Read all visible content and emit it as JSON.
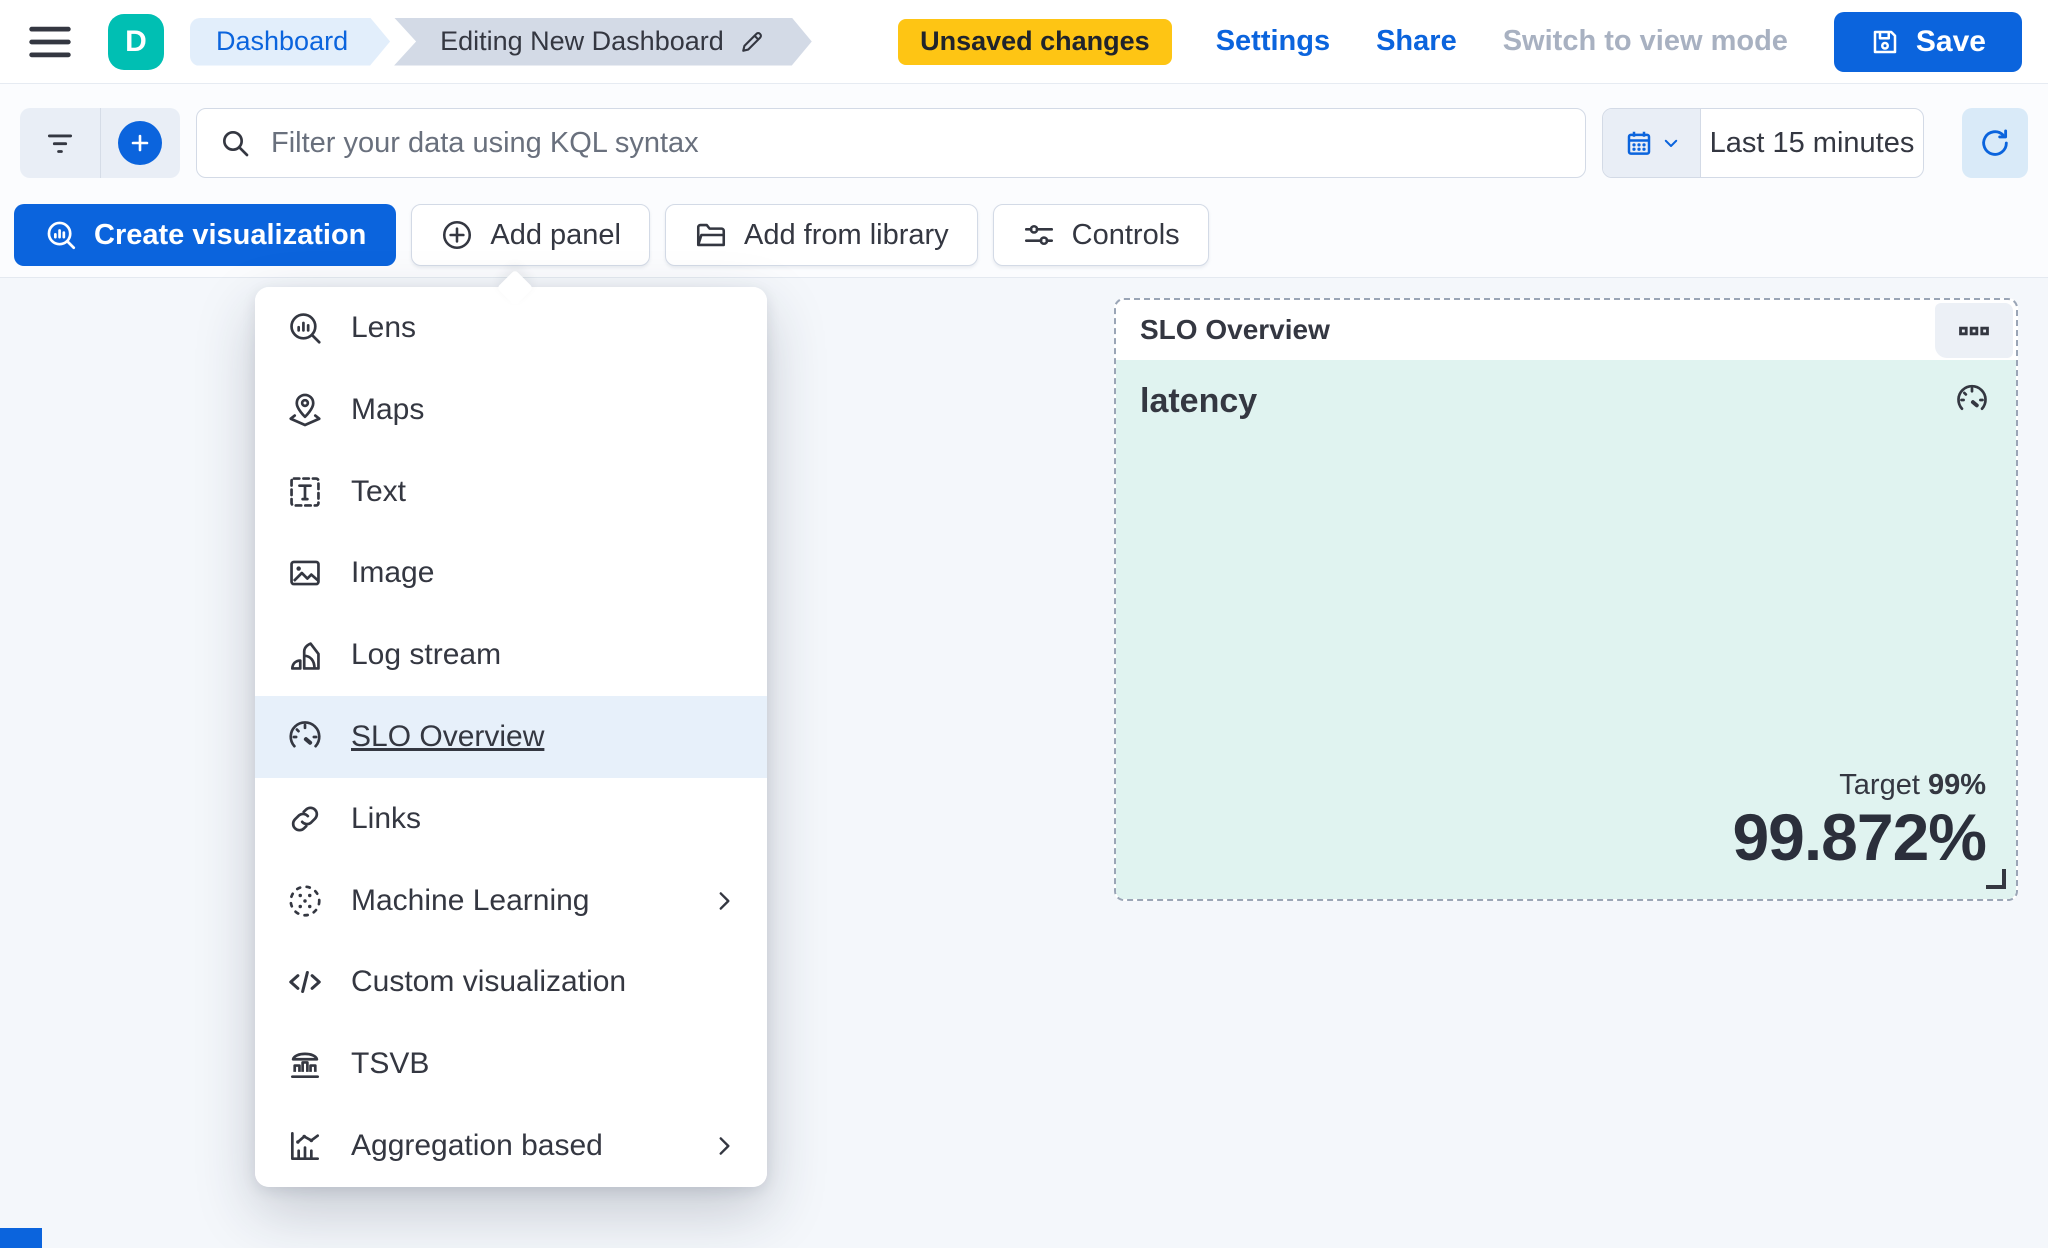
{
  "colors": {
    "primary": "#0B64DD",
    "avatar_teal": "#00BFB3",
    "warning_badge": "#FEC514",
    "panel_fill": "#E0F3F0",
    "menu_highlight": "#E7F0FA",
    "disabled_text": "#A8B1C1",
    "text": "#343741"
  },
  "header": {
    "avatar_initial": "D",
    "breadcrumbs": [
      "Dashboard",
      "Editing New Dashboard"
    ],
    "unsaved_badge": "Unsaved changes",
    "settings": "Settings",
    "share": "Share",
    "switch_view": "Switch to view mode",
    "save": "Save"
  },
  "toolbar": {
    "search_placeholder": "Filter your data using KQL syntax",
    "time_range": "Last 15 minutes"
  },
  "actions": {
    "create_visualization": "Create visualization",
    "add_panel": "Add panel",
    "add_from_library": "Add from library",
    "controls": "Controls"
  },
  "menu": {
    "items": [
      {
        "label": "Lens",
        "icon": "lens-icon",
        "selected": false,
        "has_submenu": false
      },
      {
        "label": "Maps",
        "icon": "maps-icon",
        "selected": false,
        "has_submenu": false
      },
      {
        "label": "Text",
        "icon": "text-icon",
        "selected": false,
        "has_submenu": false
      },
      {
        "label": "Image",
        "icon": "image-icon",
        "selected": false,
        "has_submenu": false
      },
      {
        "label": "Log stream",
        "icon": "log-stream-icon",
        "selected": false,
        "has_submenu": false
      },
      {
        "label": "SLO Overview",
        "icon": "gauge-icon",
        "selected": true,
        "has_submenu": false
      },
      {
        "label": "Links",
        "icon": "link-icon",
        "selected": false,
        "has_submenu": false
      },
      {
        "label": "Machine Learning",
        "icon": "machine-learning-icon",
        "selected": false,
        "has_submenu": true
      },
      {
        "label": "Custom visualization",
        "icon": "code-icon",
        "selected": false,
        "has_submenu": false
      },
      {
        "label": "TSVB",
        "icon": "tsvb-icon",
        "selected": false,
        "has_submenu": false
      },
      {
        "label": "Aggregation based",
        "icon": "aggregation-icon",
        "selected": false,
        "has_submenu": true
      }
    ]
  },
  "slo_panel": {
    "title": "SLO Overview",
    "metric_name": "latency",
    "target_label": "Target",
    "target_value": "99%",
    "value": "99.872%"
  }
}
